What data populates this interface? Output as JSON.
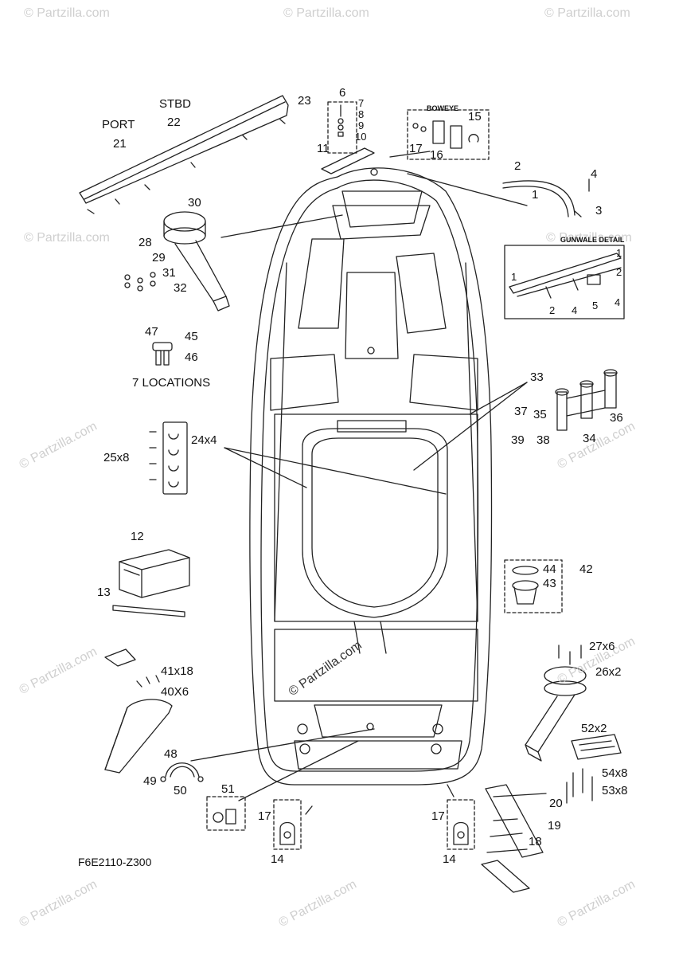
{
  "watermark": "© Partzilla.com",
  "diagram_code": "F6E2110-Z300",
  "captions": {
    "stbd": "STBD",
    "port": "PORT",
    "boweye": "BOWEYE",
    "gunwale_detail": "GUNWALE DETAIL",
    "locations": "7 LOCATIONS"
  },
  "callouts": {
    "c1": "1",
    "c2": "2",
    "c3": "3",
    "c4": "4",
    "c5": "5",
    "c6": "6",
    "c7": "7",
    "c8": "8",
    "c9": "9",
    "c10": "10",
    "c11": "11",
    "c12": "12",
    "c13": "13",
    "c14": "14",
    "c15": "15",
    "c16": "16",
    "c17": "17",
    "c18": "18",
    "c19": "19",
    "c20": "20",
    "c21": "21",
    "c22": "22",
    "c23": "23",
    "c24x4": "24x4",
    "c25x8": "25x8",
    "c26x2": "26x2",
    "c27x6": "27x6",
    "c28": "28",
    "c29": "29",
    "c30": "30",
    "c31": "31",
    "c32": "32",
    "c33": "33",
    "c34": "34",
    "c35": "35",
    "c36": "36",
    "c37": "37",
    "c38": "38",
    "c39": "39",
    "c40x6": "40X6",
    "c41x18": "41x18",
    "c42": "42",
    "c43": "43",
    "c44": "44",
    "c45": "45",
    "c46": "46",
    "c47": "47",
    "c48": "48",
    "c49": "49",
    "c50": "50",
    "c51": "51",
    "c52x2": "52x2",
    "c53x8": "53x8",
    "c54x8": "54x8"
  }
}
